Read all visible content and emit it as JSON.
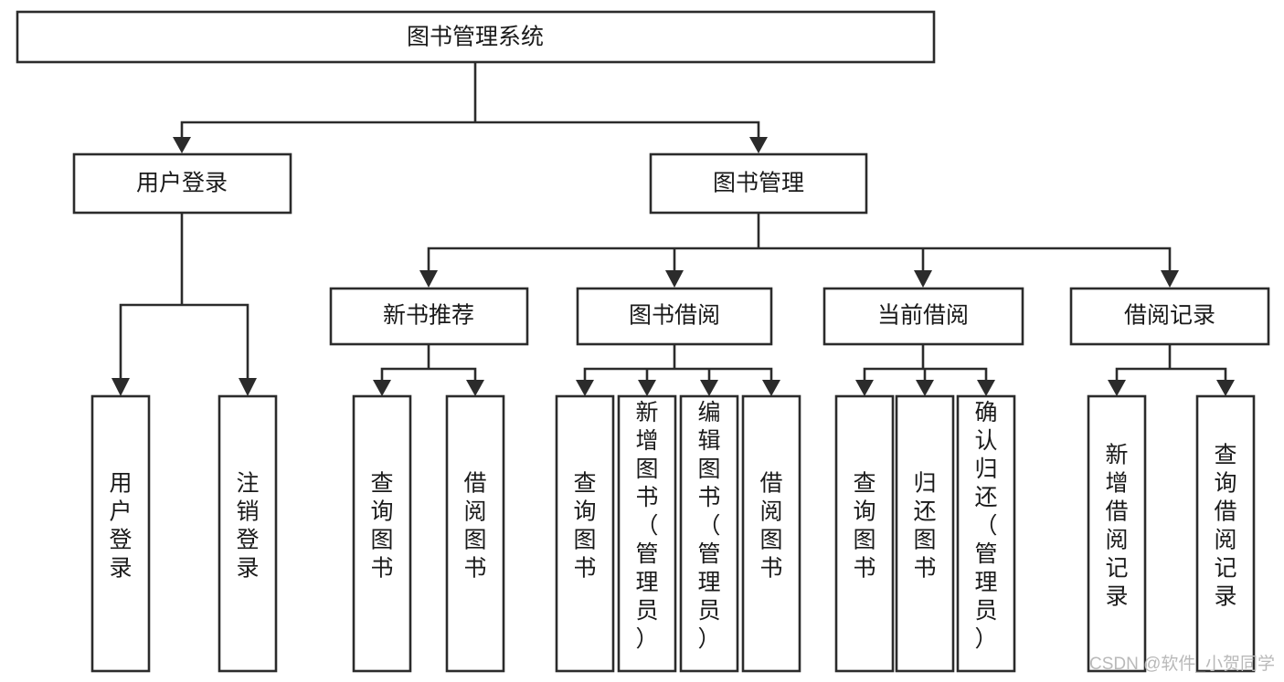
{
  "diagram": {
    "title": "图书管理系统",
    "type": "tree-hierarchy",
    "root": {
      "id": "root",
      "label": "图书管理系统",
      "orientation": "horizontal"
    },
    "level2": [
      {
        "id": "user-login",
        "label": "用户登录",
        "orientation": "horizontal"
      },
      {
        "id": "book-manage",
        "label": "图书管理",
        "orientation": "horizontal"
      }
    ],
    "level3": [
      {
        "id": "new-book-recommend",
        "label": "新书推荐",
        "orientation": "horizontal",
        "parent": "book-manage"
      },
      {
        "id": "book-borrow",
        "label": "图书借阅",
        "orientation": "horizontal",
        "parent": "book-manage"
      },
      {
        "id": "current-borrow",
        "label": "当前借阅",
        "orientation": "horizontal",
        "parent": "book-manage"
      },
      {
        "id": "borrow-record",
        "label": "借阅记录",
        "orientation": "horizontal",
        "parent": "book-manage"
      }
    ],
    "leaves": {
      "user-login": [
        {
          "id": "leaf-user-login",
          "label": "用户登录",
          "orientation": "vertical"
        },
        {
          "id": "leaf-user-logout",
          "label": "注销登录",
          "orientation": "vertical"
        }
      ],
      "new-book-recommend": [
        {
          "id": "leaf-query-book-1",
          "label": "查询图书",
          "orientation": "vertical"
        },
        {
          "id": "leaf-borrow-book-1",
          "label": "借阅图书",
          "orientation": "vertical"
        }
      ],
      "book-borrow": [
        {
          "id": "leaf-query-book-2",
          "label": "查询图书",
          "orientation": "vertical"
        },
        {
          "id": "leaf-add-book-admin",
          "label": "新增图书（管理员）",
          "orientation": "vertical"
        },
        {
          "id": "leaf-edit-book-admin",
          "label": "编辑图书（管理员）",
          "orientation": "vertical"
        },
        {
          "id": "leaf-borrow-book-2",
          "label": "借阅图书",
          "orientation": "vertical"
        }
      ],
      "current-borrow": [
        {
          "id": "leaf-query-book-3",
          "label": "查询图书",
          "orientation": "vertical"
        },
        {
          "id": "leaf-return-book",
          "label": "归还图书",
          "orientation": "vertical"
        },
        {
          "id": "leaf-confirm-return-admin",
          "label": "确认归还（管理员）",
          "orientation": "vertical"
        }
      ],
      "borrow-record": [
        {
          "id": "leaf-add-borrow-record",
          "label": "新增借阅记录",
          "orientation": "vertical"
        },
        {
          "id": "leaf-query-borrow-record",
          "label": "查询借阅记录",
          "orientation": "vertical"
        }
      ]
    },
    "watermark": "CSDN @软件_小贺同学",
    "colors": {
      "stroke": "#2b2b2b",
      "box_fill": "#ffffff",
      "text": "#1a1a1a",
      "background": "#ffffff",
      "watermark": "#b9b9b9"
    }
  }
}
